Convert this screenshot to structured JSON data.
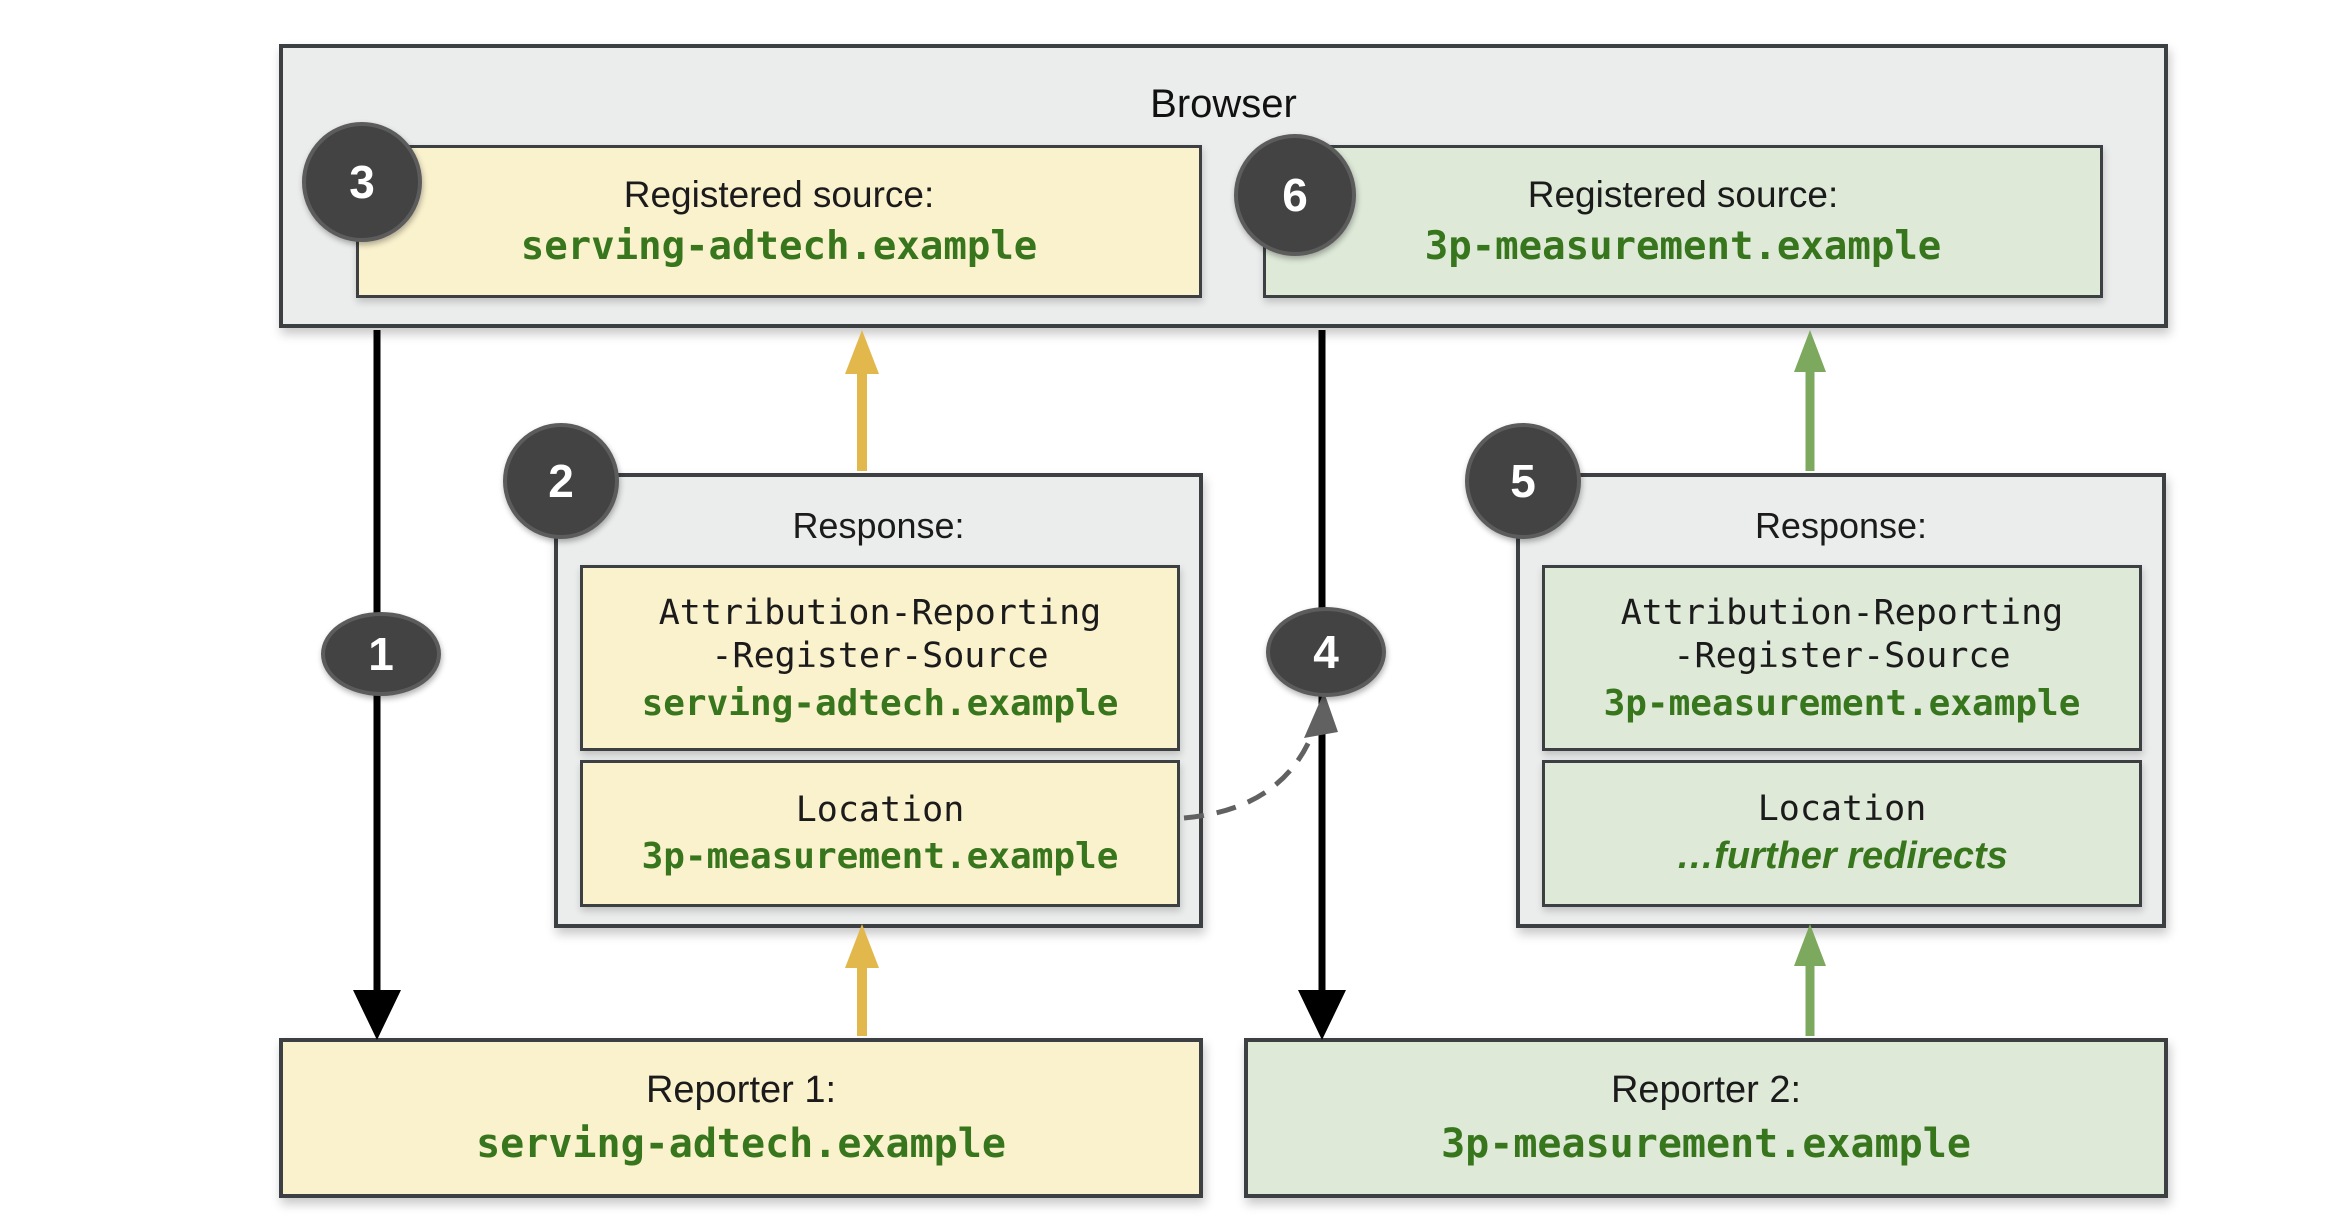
{
  "diagram": {
    "title": "Browser",
    "badges": [
      "1",
      "2",
      "3",
      "4",
      "5",
      "6"
    ],
    "sources": [
      {
        "badge": "3",
        "label": "Registered source:",
        "domain": "serving-adtech.example"
      },
      {
        "badge": "6",
        "label": "Registered source:",
        "domain": "3p-measurement.example"
      }
    ],
    "responses": [
      {
        "badge": "2",
        "title": "Response:",
        "header_line1": "Attribution-Reporting",
        "header_line2": "-Register-Source",
        "header_value": "serving-adtech.example",
        "location_label": "Location",
        "location_value": "3p-measurement.example"
      },
      {
        "badge": "5",
        "title": "Response:",
        "header_line1": "Attribution-Reporting",
        "header_line2": "-Register-Source",
        "header_value": "3p-measurement.example",
        "location_label": "Location",
        "location_value": "…further redirects"
      }
    ],
    "reporters": [
      {
        "label": "Reporter 1:",
        "domain": "serving-adtech.example"
      },
      {
        "label": "Reporter 2:",
        "domain": "3p-measurement.example"
      }
    ],
    "colors": {
      "yellow_fill": "#faf1cd",
      "green_fill": "#dee9d8",
      "gray_fill": "#ebecec",
      "border": "#3c4043",
      "badge_fill": "#434343",
      "green_text": "#38761d",
      "arrow_black": "#000000",
      "arrow_yellow": "#e2b84c",
      "arrow_green": "#7ca95e",
      "arrow_dashed": "#616161"
    }
  }
}
